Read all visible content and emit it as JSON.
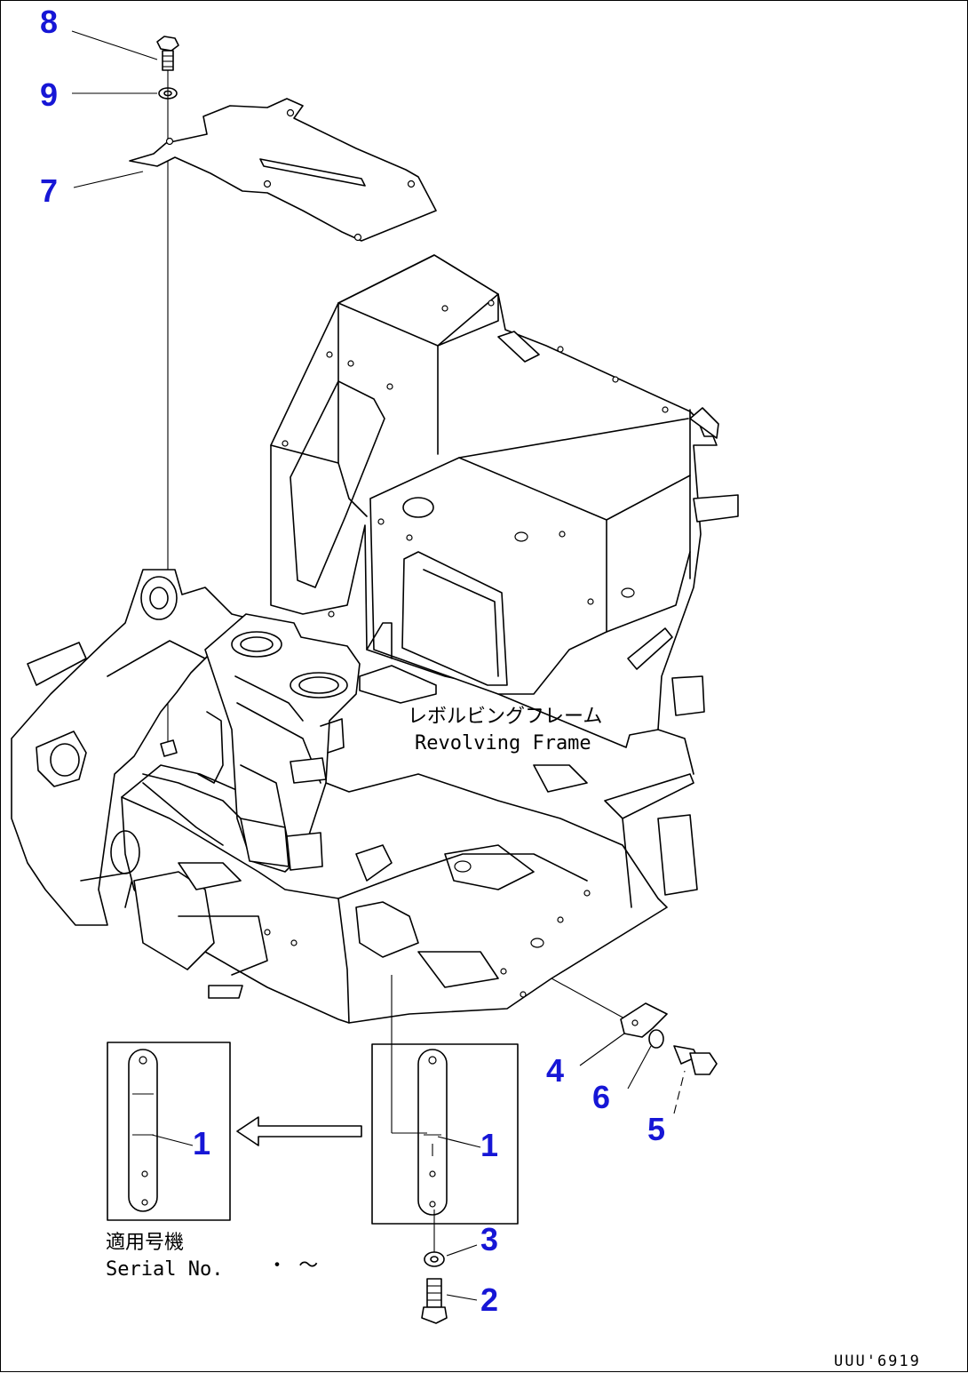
{
  "callouts": [
    {
      "id": "1",
      "label": "1"
    },
    {
      "id": "1b",
      "label": "1"
    },
    {
      "id": "2",
      "label": "2"
    },
    {
      "id": "3",
      "label": "3"
    },
    {
      "id": "4",
      "label": "4"
    },
    {
      "id": "5",
      "label": "5"
    },
    {
      "id": "6",
      "label": "6"
    },
    {
      "id": "7",
      "label": "7"
    },
    {
      "id": "8",
      "label": "8"
    },
    {
      "id": "9",
      "label": "9"
    }
  ],
  "labels": {
    "revolving_frame_jp": "レボルビングフレーム",
    "revolving_frame_en": "Revolving Frame",
    "serial_jp": "適用号機",
    "serial_en": "Serial No.",
    "serial_range": "・ ～",
    "drawing_code": "UUU'6919"
  },
  "colors": {
    "callout": "#1616d6",
    "line": "#000000"
  }
}
